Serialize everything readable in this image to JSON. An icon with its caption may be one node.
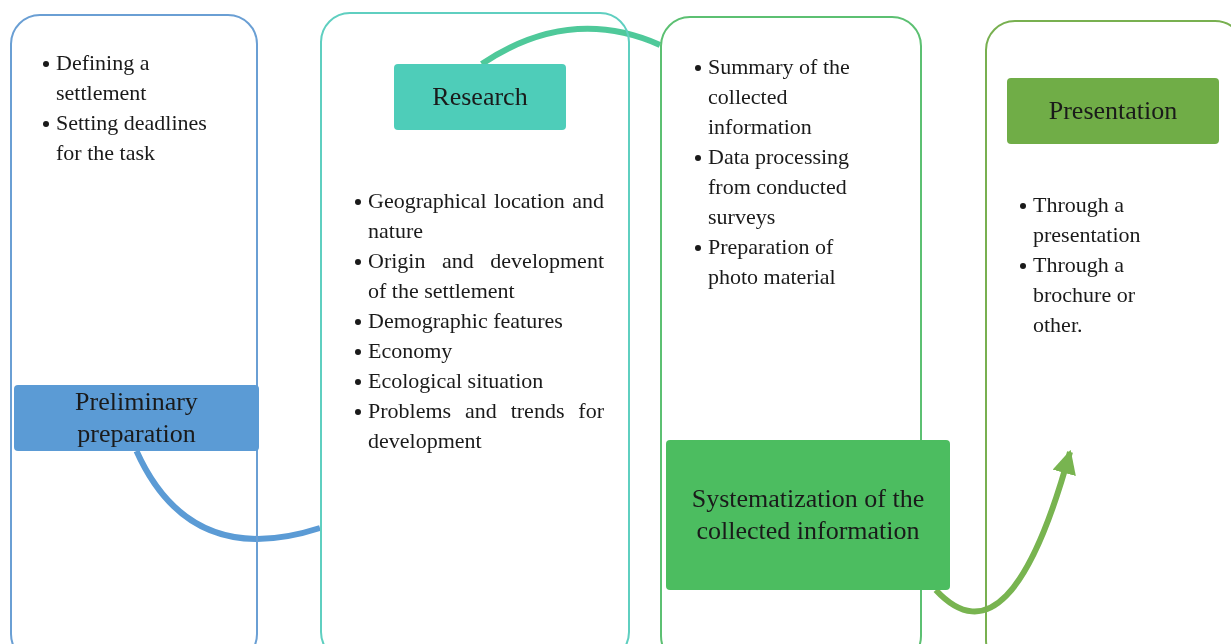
{
  "diagram": {
    "nodes": [
      {
        "text": [
          "Defining a settlement",
          "Setting deadlines for the task"
        ]
      },
      {
        "text": [
          "Preliminary preparation"
        ],
        "in": 0
      },
      {
        "text": [
          "Geographical location and nature",
          "Origin and development of the settlement",
          "Demographic features",
          "Economy",
          "Ecological situation",
          "Problems and trends for development"
        ]
      },
      {
        "text": [
          "Research"
        ],
        "in": 2
      },
      {
        "text": [
          "Summary of the collected information",
          "Data processing from conducted surveys",
          "Preparation of photo material"
        ]
      },
      {
        "text": [
          "Systematization of the collected information"
        ]
      },
      {
        "text": [
          "Through a presentation",
          "Through a brochure or other."
        ]
      },
      {
        "text": [
          "Presentation"
        ],
        "in": 6
      }
    ],
    "edges": [
      {
        "from": 1,
        "to": 2,
        "arrow": "none",
        "color": "#5b9bd5"
      },
      {
        "from": 3,
        "to": 4,
        "arrow": "none",
        "color": "#4fc99a"
      },
      {
        "from": 5,
        "to": 6,
        "arrow": "to",
        "color": "#78b450"
      }
    ]
  }
}
